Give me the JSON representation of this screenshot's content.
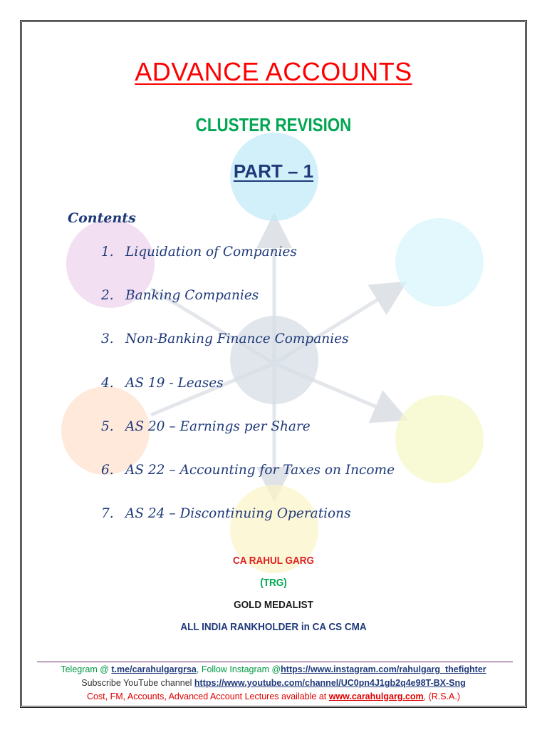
{
  "document": {
    "title": "ADVANCE ACCOUNTS",
    "subtitle": "CLUSTER REVISION",
    "part": "PART – 1",
    "contents_heading": "Contents",
    "toc": [
      {
        "num": "1.",
        "text": "Liquidation of Companies"
      },
      {
        "num": "2.",
        "text": "Banking Companies"
      },
      {
        "num": "3.",
        "text": "Non-Banking Finance Companies"
      },
      {
        "num": "4.",
        "text": "AS 19 - Leases"
      },
      {
        "num": "5.",
        "text": "AS 20 – Earnings per Share"
      },
      {
        "num": "6.",
        "text": "AS 22 – Accounting for Taxes on Income"
      },
      {
        "num": "7.",
        "text": "AS 24 – Discontinuing Operations"
      }
    ],
    "author": {
      "name": "CA RAHUL GARG",
      "alias": "(TRG)",
      "award": "GOLD MEDALIST",
      "rank": "ALL INDIA RANKHOLDER in CA CS CMA"
    },
    "footer": {
      "telegram_prefix": "Telegram @ ",
      "telegram_link": "t.me/carahulgargrsa",
      "instagram_prefix": ", Follow Instagram @",
      "instagram_link": "https://www.instagram.com/rahulgarg_thefighter",
      "youtube_prefix": "Subscribe YouTube channel ",
      "youtube_link": "https://www.youtube.com/channel/UC0pn4J1gb2q4e98T-BX-Sng",
      "lectures_prefix": "Cost, FM, Accounts, Advanced Account Lectures available at ",
      "lectures_link": "www.carahulgarg.com",
      "lectures_suffix": ", (R.S.A.)"
    }
  },
  "colors": {
    "title": "#ff0000",
    "subtitle": "#00a651",
    "navy": "#1f3a7a",
    "author_name": "#e02020",
    "author_alias": "#00a651",
    "footer_green": "#009944",
    "footer_dark": "#333333",
    "footer_red": "#e00000",
    "circle_top": "#bfe9f7",
    "circle_upper_left": "#eed5ee",
    "circle_upper_right": "#d6f5fb",
    "circle_center": "#d5dde6",
    "circle_lower_left": "#fde2cf",
    "circle_lower_right": "#f5f8c8",
    "circle_bottom": "#fbf3c6"
  }
}
